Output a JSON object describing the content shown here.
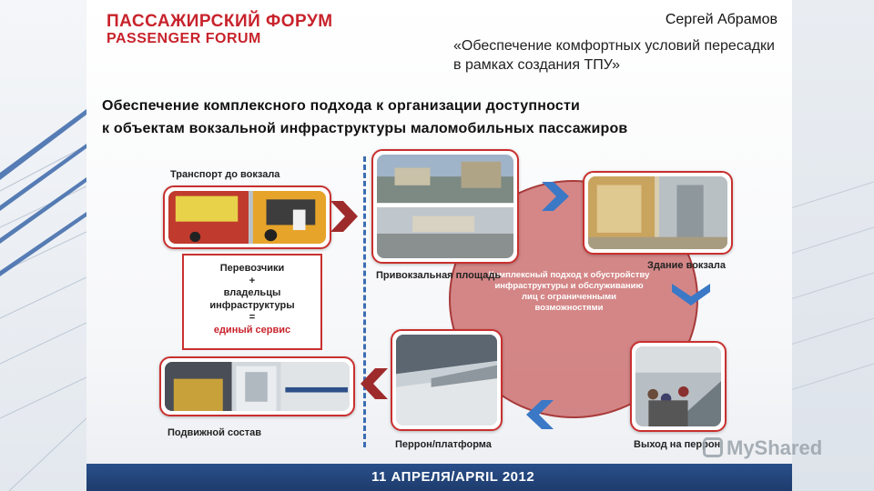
{
  "header": {
    "logo_ru": "ПАССАЖИРСКИЙ ФОРУМ",
    "logo_en": "PASSENGER FORUM",
    "author": "Сергей Абрамов",
    "topic": "«Обеспечение комфортных условий пересадки в рамках создания ТПУ»"
  },
  "main": {
    "heading_line1": "Обеспечение комплексного подхода к организации доступности",
    "heading_line2": "к объектам вокзальной инфраструктуры маломобильных пассажиров"
  },
  "diagram": {
    "center_text": "Комплексный подход к обустройству инфраструктуры и обслуживанию лиц с ограниченными возможностями",
    "nodes": {
      "transport": "Транспорт до вокзала",
      "square": "Привокзальная площадь",
      "building": "Здание вокзала",
      "exit": "Выход на перрон",
      "platform": "Перрон/платформа",
      "rolling": "Подвижной состав"
    },
    "service_box": {
      "line1": "Перевозчики",
      "line2": "+",
      "line3": "владельцы",
      "line4": "инфраструктуры",
      "line5": "=",
      "line6": "единый сервис"
    }
  },
  "footer": {
    "date": "11 АПРЕЛЯ/APRIL 2012"
  },
  "watermark": {
    "text": "MyShared"
  },
  "colors": {
    "brand_red": "#c8232c",
    "footer_blue": "#294f8a",
    "arrow_blue": "#3b78c6",
    "arrow_red": "#9e2b2b"
  }
}
